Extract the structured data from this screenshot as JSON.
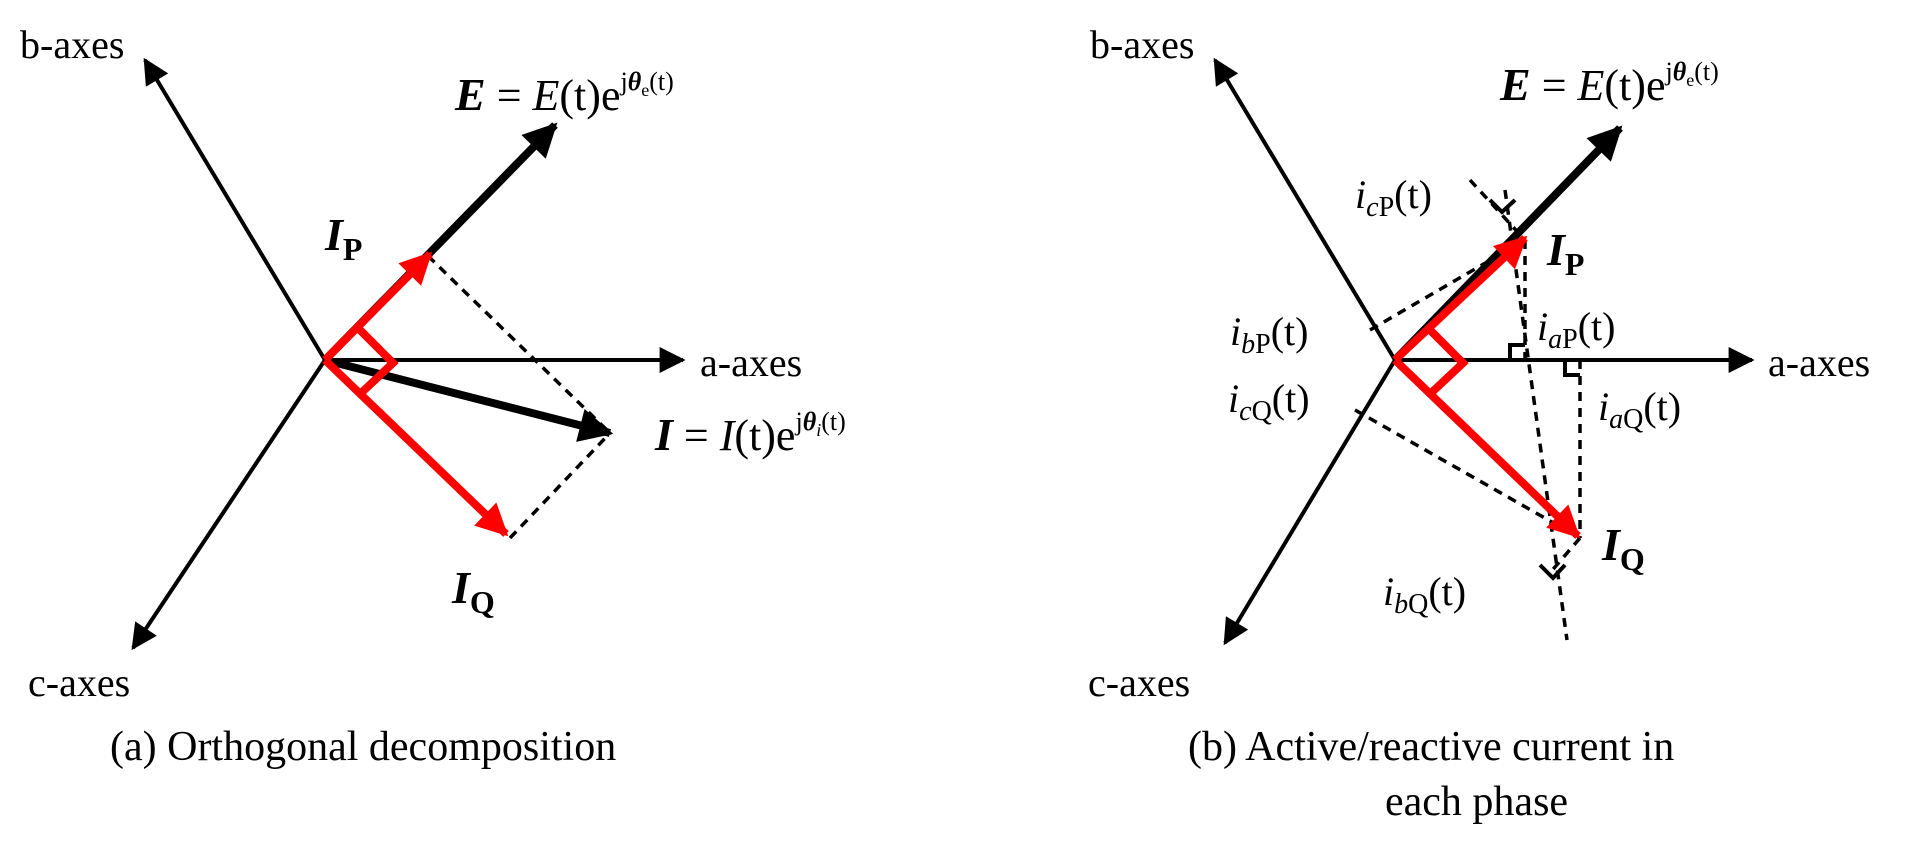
{
  "colors": {
    "ink": "#000000",
    "accent": "#ff0000"
  },
  "panel_a": {
    "b_axis": "b-axes",
    "a_axis": "a-axes",
    "c_axis": "c-axes",
    "E_vec": "E",
    "E_eq": " = ",
    "E_fn": "E",
    "t_arg": "(t)",
    "exp_base": "e",
    "exp_j": "j",
    "theta": "θ",
    "sub_e": "e",
    "sub_i": "i",
    "exp_t": "(t)",
    "I_vec": "I",
    "I_eq": " = ",
    "I_fn": "I",
    "IP_main": "I",
    "IP_sub": "P",
    "IQ_main": "I",
    "IQ_sub": "Q",
    "caption": "(a) Orthogonal decomposition"
  },
  "panel_b": {
    "b_axis": "b-axes",
    "a_axis": "a-axes",
    "c_axis": "c-axes",
    "E_vec": "E",
    "E_eq": " = ",
    "E_fn": "E",
    "t_arg": "(t)",
    "exp_base": "e",
    "exp_j": "j",
    "theta": "θ",
    "sub_e": "e",
    "exp_t": "(t)",
    "IP_main": "I",
    "IP_sub": "P",
    "IQ_main": "I",
    "IQ_sub": "Q",
    "i_letter": "i",
    "icP_sub1": "c",
    "icP_sub2": "P",
    "ibP_sub1": "b",
    "ibP_sub2": "P",
    "iaP_sub1": "a",
    "iaP_sub2": "P",
    "icQ_sub1": "c",
    "icQ_sub2": "Q",
    "iaQ_sub1": "a",
    "iaQ_sub2": "Q",
    "ibQ_sub1": "b",
    "ibQ_sub2": "Q",
    "caption_line1": "(b) Active/reactive current in",
    "caption_line2": "each phase"
  }
}
